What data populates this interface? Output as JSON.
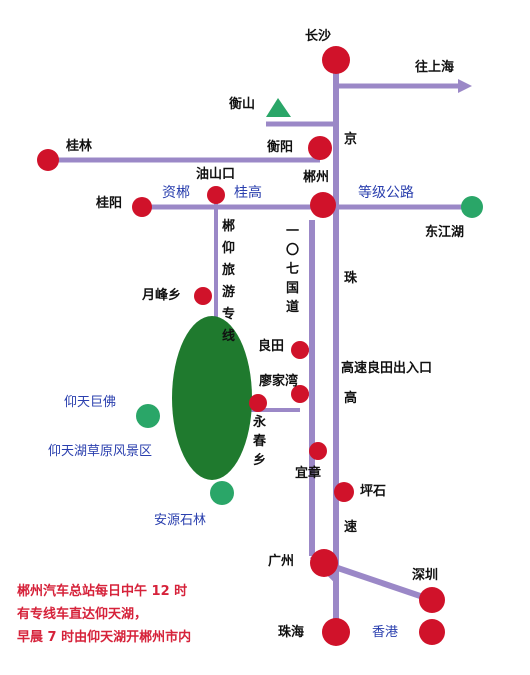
{
  "colors": {
    "road": "#9b88c7",
    "city": "#d0122a",
    "scenic": "#2aa668",
    "grassland": "#1f7a2e",
    "mountain": "#2aa668",
    "note_text": "#d6223a",
    "label_blue": "#2a3fae"
  },
  "cities": {
    "changsha": "长沙",
    "hengshan": "衡山",
    "hengyang": "衡阳",
    "guilin": "桂林",
    "youshankou": "油山口",
    "chenzhou": "郴州",
    "guiyang": "桂阳",
    "dongjianghu": "东江湖",
    "yuefengxiang": "月峰乡",
    "liangtian": "良田",
    "liaojiawan": "廖家湾",
    "yongchunxiang": "永春乡",
    "yizhang": "宜章",
    "pingshi": "坪石",
    "guangzhou": "广州",
    "shenzhen": "深圳",
    "zhuhai": "珠海",
    "xianggang": "香港"
  },
  "scenic": {
    "yangtian_jufo": "仰天巨佛",
    "yangtianhu": "仰天湖草原风景区",
    "anyuan_shilin": "安源石林"
  },
  "roads": {
    "to_shanghai": "往上海",
    "zigui": "资郴",
    "guigao": "桂高",
    "dengji": "等级公路",
    "g107": "一〇七国道",
    "tour_line": "郴仰旅游专线",
    "jing": "京",
    "zhu": "珠",
    "gao": "高",
    "su": "速",
    "exit": "高速良田出入口"
  },
  "note": {
    "line1": "郴州汽车总站每日中午 12 时",
    "line2": "有专线车直达仰天湖，",
    "line3": "早晨 7 时由仰天湖开郴州市内"
  }
}
